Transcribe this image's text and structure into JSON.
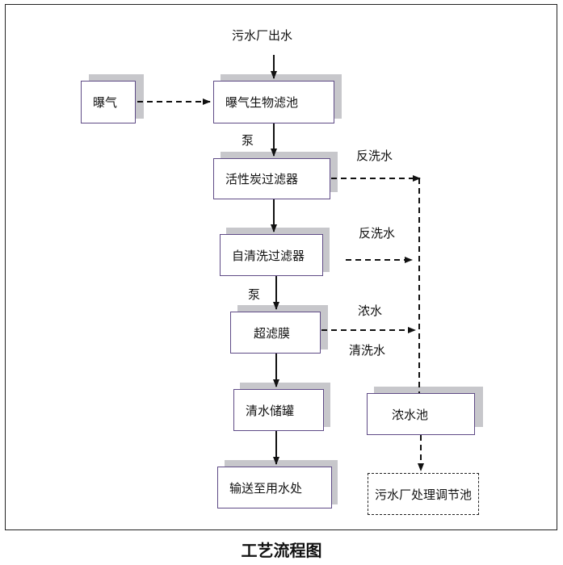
{
  "diagram": {
    "title": "工艺流程图",
    "source_label": "污水厂出水",
    "nodes": {
      "aeration": "曝气",
      "biofilter": "曝气生物滤池",
      "carbon_filter": "活性炭过滤器",
      "self_clean_filter": "自清洗过滤器",
      "ultrafiltration": "超滤膜",
      "clean_tank": "清水储罐",
      "delivery": "输送至用水处",
      "concentrate_pool": "浓水池",
      "regulating_pool": "污水厂处理调节池"
    },
    "edge_labels": {
      "pump_1": "泵",
      "pump_2": "泵",
      "backwash_1": "反洗水",
      "backwash_2": "反洗水",
      "concentrate": "浓水",
      "wash_water": "清洗水"
    }
  }
}
